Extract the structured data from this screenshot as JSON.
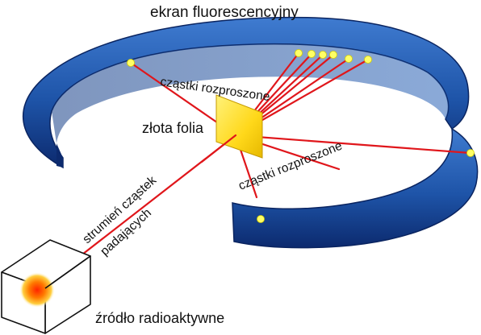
{
  "labels": {
    "screen": "ekran fluorescencyjny",
    "scattered_top": "cząstki rozproszone",
    "scattered_right": "cząstki rozproszone",
    "foil": "złota folia",
    "beam_line1": "strumień cząstek",
    "beam_line2": "padających",
    "source": "źródło radioaktywne"
  },
  "colors": {
    "ring": "#1e54a8",
    "ring_dark": "#0c2a6e",
    "beam": "#e0161b",
    "dot": "#ffff66",
    "foil": "#ffe030",
    "source_glow": "#ff4a00"
  },
  "icons": {
    "foil": "gold-foil-square",
    "source": "radioactive-source-cube"
  }
}
